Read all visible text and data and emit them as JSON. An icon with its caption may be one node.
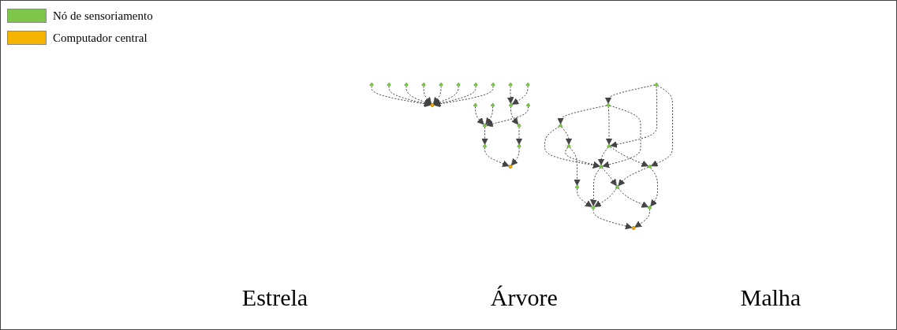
{
  "diagram": {
    "nodes": [
      {
        "text": [],
        "shape": "circle"
      },
      {
        "text": [],
        "shape": "circle"
      },
      {
        "text": [],
        "shape": "circle"
      },
      {
        "text": [],
        "shape": "circle"
      },
      {
        "text": [],
        "shape": "circle"
      },
      {
        "text": [],
        "shape": "circle"
      },
      {
        "text": [],
        "shape": "circle"
      },
      {
        "text": [],
        "shape": "circle"
      },
      {
        "text": [],
        "shape": "circle"
      },
      {
        "text": [],
        "shape": "circle"
      },
      {
        "text": [],
        "shape": "circle"
      },
      {
        "text": [],
        "shape": "circle"
      },
      {
        "text": [],
        "shape": "circle"
      },
      {
        "text": [],
        "shape": "circle"
      },
      {
        "text": [],
        "shape": "circle"
      },
      {
        "text": [],
        "shape": "circle"
      },
      {
        "text": [],
        "shape": "circle"
      },
      {
        "text": [],
        "shape": "circle"
      },
      {
        "text": [],
        "shape": "circle"
      },
      {
        "text": [],
        "shape": "circle"
      },
      {
        "text": [],
        "shape": "circle"
      },
      {
        "text": [],
        "shape": "circle"
      },
      {
        "text": [],
        "shape": "circle"
      },
      {
        "text": [],
        "shape": "circle"
      },
      {
        "text": [],
        "shape": "circle"
      },
      {
        "text": [],
        "shape": "circle"
      },
      {
        "text": [],
        "shape": "circle"
      },
      {
        "text": [],
        "shape": "circle"
      },
      {
        "text": [],
        "shape": "circle"
      },
      {
        "text": [],
        "shape": "circle"
      },
      {
        "text": [],
        "shape": "circle"
      },
      {
        "text": [],
        "shape": "circle"
      }
    ],
    "edges": [
      {
        "from": 0,
        "to": 4,
        "arrow": "to",
        "style": "dashed"
      },
      {
        "from": 1,
        "to": 4,
        "arrow": "to",
        "style": "dashed"
      },
      {
        "from": 2,
        "to": 4,
        "arrow": "to",
        "style": "dashed"
      },
      {
        "from": 3,
        "to": 4,
        "arrow": "to",
        "style": "dashed"
      },
      {
        "from": 5,
        "to": 4,
        "arrow": "to",
        "style": "dashed"
      },
      {
        "from": 6,
        "to": 4,
        "arrow": "to",
        "style": "dashed"
      },
      {
        "from": 7,
        "to": 4,
        "arrow": "to",
        "style": "dashed"
      },
      {
        "from": 8,
        "to": 4,
        "arrow": "to",
        "style": "dashed"
      },
      {
        "from": 11,
        "to": 15,
        "arrow": "to",
        "style": "dashed"
      },
      {
        "from": 12,
        "to": 15,
        "arrow": "to",
        "style": "dashed"
      },
      {
        "from": 14,
        "to": 15,
        "arrow": "to",
        "style": "dashed"
      },
      {
        "from": 15,
        "to": 17,
        "arrow": "to",
        "style": "dashed"
      },
      {
        "from": 17,
        "to": 19,
        "arrow": "to",
        "style": "dashed"
      },
      {
        "from": 9,
        "to": 13,
        "arrow": "to",
        "style": "dashed"
      },
      {
        "from": 10,
        "to": 13,
        "arrow": "to",
        "style": "dashed"
      },
      {
        "from": 13,
        "to": 16,
        "arrow": "to",
        "style": "dashed"
      },
      {
        "from": 16,
        "to": 18,
        "arrow": "to",
        "style": "dashed"
      },
      {
        "from": 18,
        "to": 19,
        "arrow": "to",
        "style": "dashed"
      },
      {
        "from": 21,
        "to": 20,
        "arrow": "to",
        "style": "dashed"
      },
      {
        "from": 20,
        "to": 22,
        "arrow": "to",
        "style": "dashed"
      },
      {
        "from": 20,
        "to": 23,
        "arrow": "to",
        "style": "dashed"
      },
      {
        "from": 20,
        "to": 24,
        "arrow": "to",
        "style": "dashed"
      },
      {
        "from": 21,
        "to": 23,
        "arrow": "to",
        "style": "dashed"
      },
      {
        "from": 21,
        "to": 25,
        "arrow": "to",
        "style": "dashed"
      },
      {
        "from": 22,
        "to": 24,
        "arrow": "to",
        "style": "dashed"
      },
      {
        "from": 22,
        "to": 26,
        "arrow": "to",
        "style": "dashed"
      },
      {
        "from": 23,
        "to": 24,
        "arrow": "to",
        "style": "dashed"
      },
      {
        "from": 23,
        "to": 25,
        "arrow": "to",
        "style": "dashed"
      },
      {
        "from": 26,
        "to": 24,
        "arrow": "to",
        "style": "dashed"
      },
      {
        "from": 26,
        "to": 30,
        "arrow": "to",
        "style": "dashed"
      },
      {
        "from": 24,
        "to": 28,
        "arrow": "to",
        "style": "dashed"
      },
      {
        "from": 24,
        "to": 27,
        "arrow": "to",
        "style": "dashed"
      },
      {
        "from": 25,
        "to": 27,
        "arrow": "to",
        "style": "dashed"
      },
      {
        "from": 25,
        "to": 29,
        "arrow": "to",
        "style": "dashed"
      },
      {
        "from": 27,
        "to": 28,
        "arrow": "to",
        "style": "dashed"
      },
      {
        "from": 27,
        "to": 29,
        "arrow": "to",
        "style": "dashed"
      },
      {
        "from": 30,
        "to": 28,
        "arrow": "to",
        "style": "dashed"
      },
      {
        "from": 28,
        "to": 31,
        "arrow": "to",
        "style": "dashed"
      },
      {
        "from": 29,
        "to": 31,
        "arrow": "to",
        "style": "dashed"
      }
    ],
    "labels": [
      "Estrela",
      "Árvore",
      "Malha"
    ],
    "legend": [
      {
        "text": "Nó de sensoriamento",
        "color": "#7ec64a"
      },
      {
        "text": "Computador central",
        "color": "#f4b400"
      }
    ]
  }
}
